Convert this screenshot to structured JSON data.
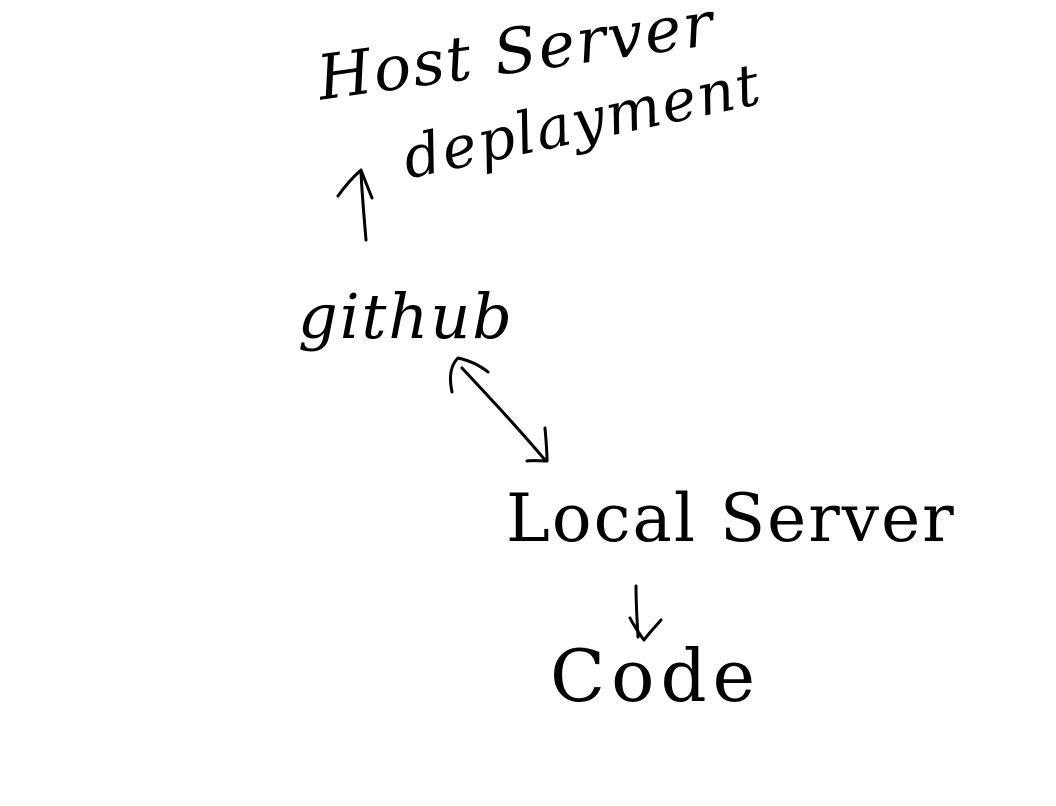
{
  "diagram": {
    "nodes": {
      "host_server": "Host Server",
      "github": "github",
      "local_server": "Local Server",
      "code": "Code"
    },
    "edges": {
      "github_to_host_label": "deplayment"
    },
    "stroke_color": "#000000",
    "background_color": "#ffffff"
  }
}
